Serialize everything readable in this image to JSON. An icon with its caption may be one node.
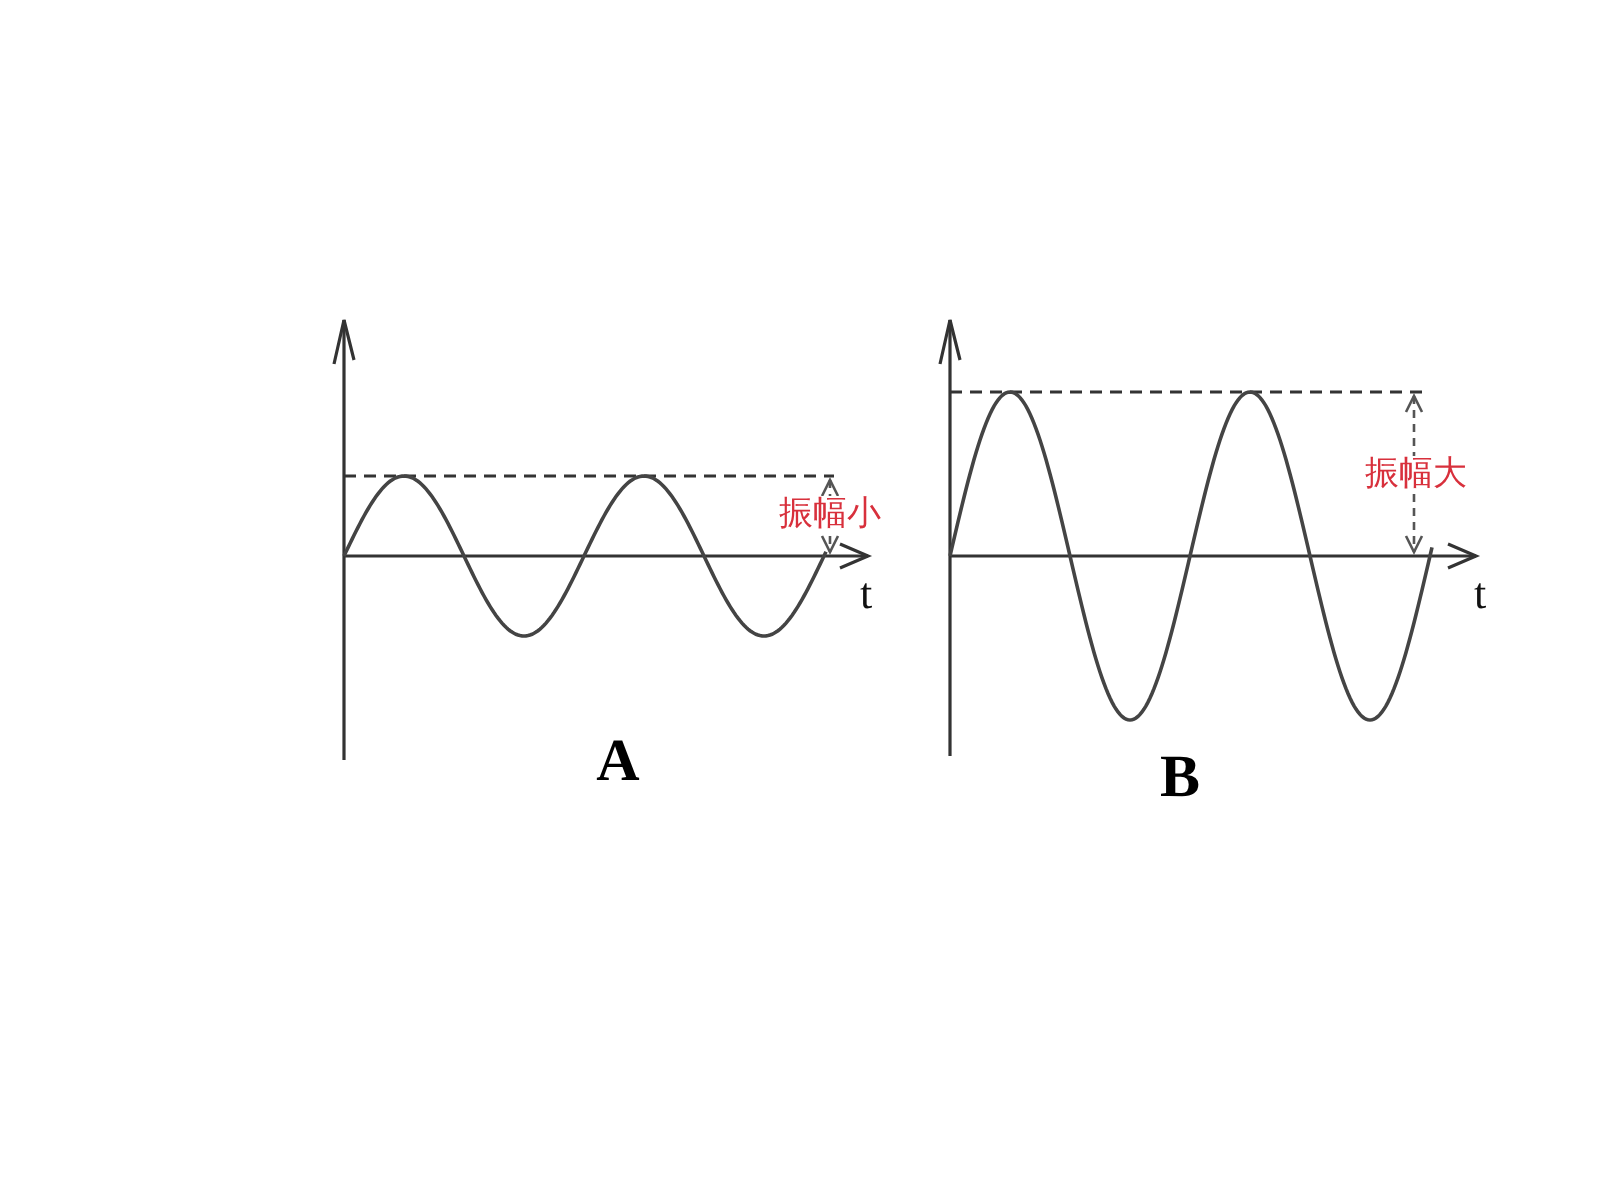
{
  "diagram": {
    "labels": [
      "振幅小",
      "t",
      "A",
      "振幅大",
      "t",
      "B"
    ]
  }
}
